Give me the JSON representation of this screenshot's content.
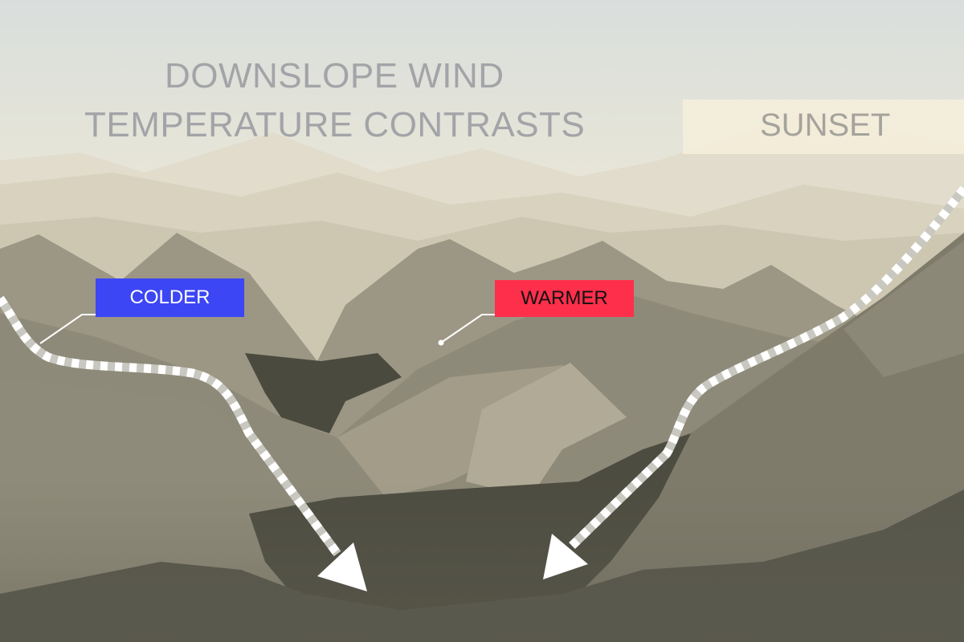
{
  "title": {
    "line1": "DOWNSLOPE WIND",
    "line2": "TEMPERATURE CONTRASTS"
  },
  "time_label": "SUNSET",
  "labels": {
    "colder": {
      "text": "COLDER",
      "color": "#3c46f5"
    },
    "warmer": {
      "text": "WARMER",
      "color": "#fd2f4b"
    }
  }
}
